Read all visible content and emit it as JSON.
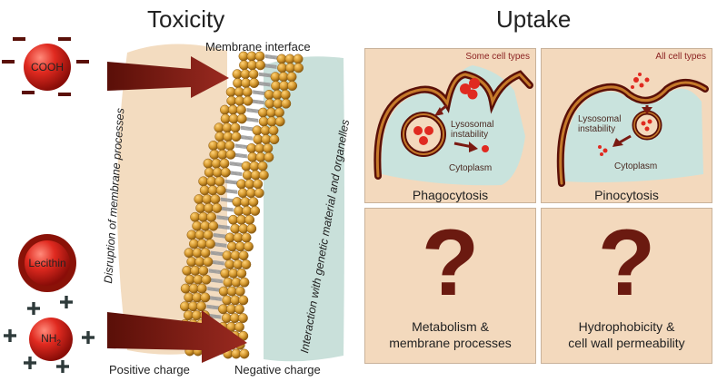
{
  "toxicity": {
    "title": "Toxicity",
    "membrane_interface": "Membrane interface",
    "left_rotated": "Disruption of membrane processes",
    "right_rotated": "Interaction with genetic material and organelles",
    "positive_charge": "Positive charge",
    "negative_charge": "Negative charge"
  },
  "particles": {
    "cooh": "COOH",
    "lecithin": "Lecithin",
    "nh2_base": "NH",
    "nh2_sub": "2"
  },
  "uptake": {
    "title": "Uptake",
    "phagocytosis": {
      "tag": "Some cell types",
      "lysosomal": [
        "Lysosomal",
        "instability"
      ],
      "cytoplasm": "Cytoplasm",
      "label": "Phagocytosis"
    },
    "pinocytosis": {
      "tag": "All cell types",
      "lysosomal": [
        "Lysosomal",
        "instability"
      ],
      "cytoplasm": "Cytoplasm",
      "label": "Pinocytosis"
    },
    "metabolism": {
      "qmark": "?",
      "label": [
        "Metabolism &",
        "membrane processes"
      ]
    },
    "hydrophobicity": {
      "qmark": "?",
      "label": [
        "Hydrophobicity &",
        "cell wall permeability"
      ]
    }
  },
  "colors": {
    "particle_red": "#d42020",
    "dark_brown": "#5a1008",
    "arrow": "#7a1a12",
    "bead": "#d69a30",
    "panel": "#f3d9bd",
    "cytoplasm": "#c9e3dd"
  }
}
